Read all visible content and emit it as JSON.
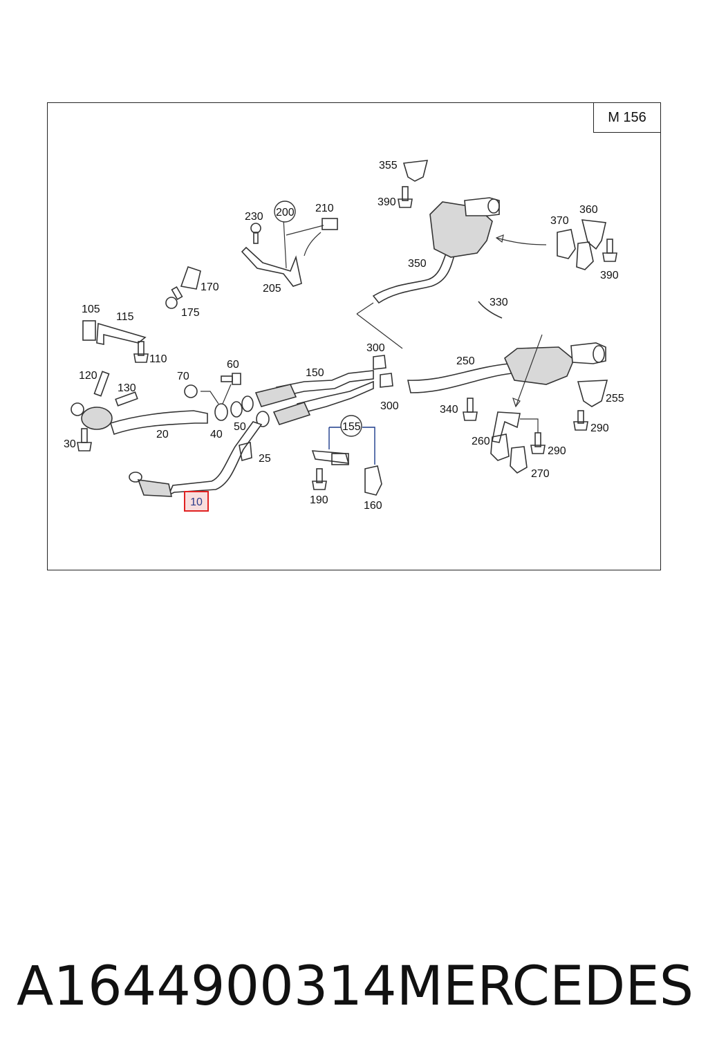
{
  "model_label": "M 156",
  "highlighted_part": "10",
  "labels": {
    "p10": "10",
    "p20": "20",
    "p25": "25",
    "p30": "30",
    "p40": "40",
    "p50": "50",
    "p60": "60",
    "p70": "70",
    "p105": "105",
    "p110": "110",
    "p115": "115",
    "p120": "120",
    "p130": "130",
    "p150": "150",
    "p155": "155",
    "p160": "160",
    "p170": "170",
    "p175": "175",
    "p190": "190",
    "p200": "200",
    "p205": "205",
    "p210": "210",
    "p230": "230",
    "p250": "250",
    "p255": "255",
    "p260": "260",
    "p270": "270",
    "p290a": "290",
    "p290b": "290",
    "p300a": "300",
    "p300b": "300",
    "p330": "330",
    "p340": "340",
    "p350": "350",
    "p355": "355",
    "p360": "360",
    "p370": "370",
    "p390a": "390",
    "p390b": "390"
  },
  "footer": {
    "part_number": "A1644900314",
    "brand": "MERCEDES"
  },
  "colors": {
    "highlight_border": "#e02020",
    "highlight_fill": "#f0b4b4",
    "callout_line": "#1a3a8a"
  }
}
